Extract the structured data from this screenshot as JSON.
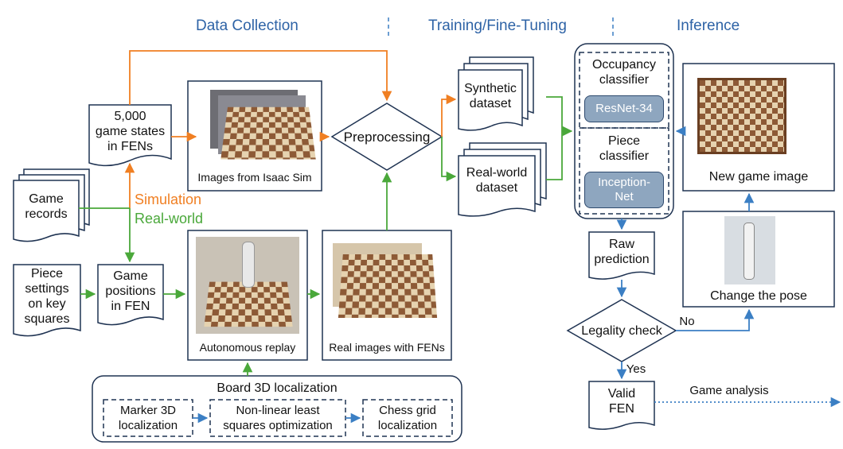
{
  "sections": {
    "data_collection": "Data Collection",
    "training": "Training/Fine-Tuning",
    "inference": "Inference"
  },
  "nodes": {
    "game_states": "5,000\ngame states\nin FENs",
    "images_isaac": "Images from Isaac Sim",
    "preprocessing": "Preprocessing",
    "synthetic_dataset": "Synthetic\ndataset",
    "realworld_dataset": "Real-world\ndataset",
    "game_records": "Game\nrecords",
    "piece_settings": "Piece\nsettings\non key\nsquares",
    "game_positions": "Game\npositions\nin FEN",
    "autonomous_replay": "Autonomous replay",
    "real_images": "Real images with FENs",
    "board_localization": "Board 3D localization",
    "marker_3d": "Marker 3D\nlocalization",
    "nonlinear_ls": "Non-linear least\nsquares optimization",
    "chess_grid": "Chess grid\nlocalization",
    "occupancy_classifier": "Occupancy\nclassifier",
    "resnet": "ResNet-34",
    "piece_classifier": "Piece\nclassifier",
    "inception": "Inception-\nNet",
    "new_game_image": "New game image",
    "change_pose": "Change the pose",
    "raw_prediction": "Raw\nprediction",
    "legality_check": "Legality check",
    "valid_fen": "Valid\nFEN"
  },
  "edge_labels": {
    "simulation": "Simulation",
    "real_world": "Real-world",
    "no": "No",
    "yes": "Yes",
    "game_analysis": "Game analysis"
  },
  "colors": {
    "section_title": "#2e63a6",
    "simulation": "#f07f22",
    "real_world": "#4aa83a",
    "inference_flow": "#3b7fc4",
    "box_border": "#1f3352",
    "pill_fill": "#8ea6bf"
  }
}
